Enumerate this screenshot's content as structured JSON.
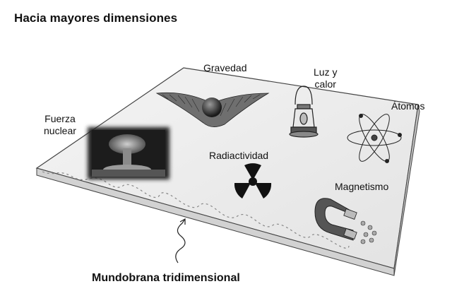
{
  "title": "Hacia mayores dimensiones",
  "labels": {
    "gravity": "Gravedad",
    "light_heat_line1": "Luz y",
    "light_heat_line2": "calor",
    "atoms": "Átomos",
    "nuclear_force_line1": "Fuerza",
    "nuclear_force_line2": "nuclear",
    "radioactivity": "Radiactividad",
    "magnetism": "Magnetismo"
  },
  "caption": "Mundobrana tridimensional",
  "icons": [
    "gravity-well-icon",
    "lantern-icon",
    "atom-icon",
    "mushroom-cloud-icon",
    "radiation-icon",
    "horseshoe-magnet-icon",
    "squiggle-arrow-icon"
  ]
}
